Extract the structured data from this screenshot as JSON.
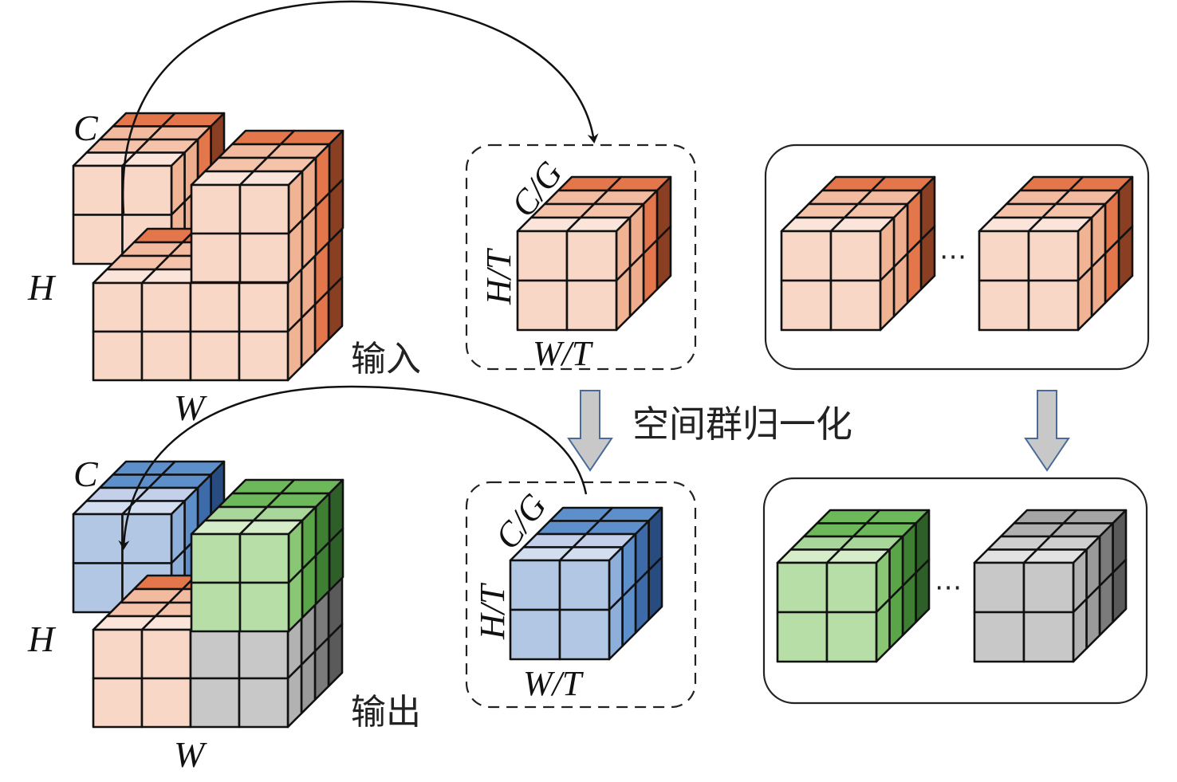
{
  "input": {
    "c_label": "C",
    "h_label": "H",
    "w_label": "W",
    "title": "输入"
  },
  "output": {
    "c_label": "C",
    "h_label": "H",
    "w_label": "W",
    "title": "输出"
  },
  "group_top": {
    "c_label": "C/G",
    "h_label": "H/T",
    "w_label": "W/T"
  },
  "group_bottom": {
    "c_label": "C/G",
    "h_label": "H/T",
    "w_label": "W/T"
  },
  "process_label": "空间群归一化",
  "ellipsis_top": "⋯",
  "ellipsis_bottom": "⋯",
  "palettes": {
    "orange": {
      "front": "#f8d7c7",
      "top": [
        "#fbe5da",
        "#f5c3aa",
        "#f2bba0",
        "#e3764b"
      ],
      "side": [
        "#f0b394",
        "#eeae8e",
        "#e3764b",
        "#8a3f22"
      ]
    },
    "blue": {
      "front": "#b1c7e4",
      "top": [
        "#d3ddf0",
        "#c4d0ea",
        "#5d8fca",
        "#5d8fca"
      ],
      "side": [
        "#8fafdb",
        "#5d8fca",
        "#3d6aa8",
        "#284b80"
      ]
    },
    "green": {
      "front": "#b6dea6",
      "top": [
        "#d5eec9",
        "#a9d79b",
        "#6cb85a",
        "#6cb85a"
      ],
      "side": [
        "#89c775",
        "#5aa548",
        "#3f7f33",
        "#2f5f28"
      ]
    },
    "gray": {
      "front": "#c8c8c8",
      "top": [
        "#e2e2e2",
        "#cfcfcf",
        "#b0b0b0",
        "#a5a5a5"
      ],
      "side": [
        "#b2b2b2",
        "#9a9a9a",
        "#7b7b7b",
        "#5a5a5a"
      ]
    },
    "arrow_fill": "#c8c8c8",
    "arrow_stroke": "#4a6a9a"
  }
}
